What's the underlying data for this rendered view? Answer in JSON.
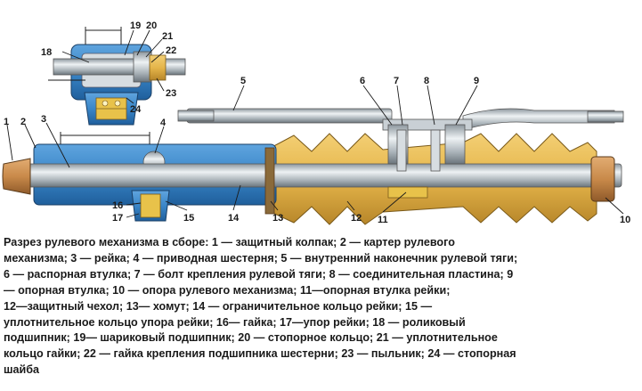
{
  "callouts": [
    "1",
    "2",
    "3",
    "4",
    "5",
    "6",
    "7",
    "8",
    "9",
    "10",
    "11",
    "12",
    "13",
    "14",
    "15",
    "16",
    "17",
    "18",
    "19",
    "20",
    "21",
    "22",
    "23",
    "24"
  ],
  "caption_lines": [
    "Разрез рулевого механизма в сборе: 1 — защитный колпак; 2 — картер рулевого",
    "механизма; 3 — рейка; 4 — приводная шестерня; 5 — внутренний наконечник рулевой тяги;",
    "6 — распорная втулка; 7 — болт крепления рулевой тяги; 8 — соединительная пластина; 9",
    "— опорная втулка; 10 — опора рулевого механизма; 11—опорная втулка рейки;",
    "12—защитный чехол; 13— хомут; 14 — ограничительное кольцо рейки; 15 —",
    "уплотнительное кольцо упора рейки; 16— гайка; 17—упор рейки; 18 — роликовый",
    "подшипник; 19— шариковый подшипник; 20 — стопорное кольцо; 21 — уплотнительное",
    "кольцо гайки; 22 — гайка крепления подшипника шестерни; 23 — пыльник; 24 — стопорная",
    "шайба"
  ],
  "colors": {
    "housing": "#3a86c8",
    "housing_dark": "#1f5f9c",
    "steel": "#b9c2c8",
    "steel_dark": "#6f7a82",
    "boot": "#e5b54a",
    "boot_dark": "#b7862a",
    "cap": "#c98a4a"
  }
}
